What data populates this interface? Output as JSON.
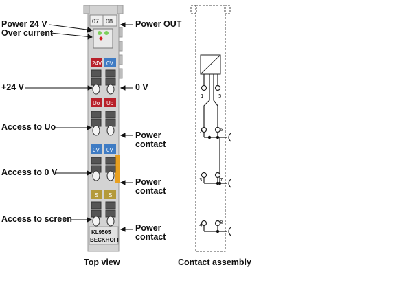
{
  "labels": {
    "power_24v": "Power 24 V",
    "over_current": "Over current",
    "power_out": "Power OUT",
    "plus_24v": "+24 V",
    "zero_v": "0 V",
    "access_uo": "Access to Uo",
    "power_contact_1a": "Power",
    "power_contact_1b": "contact",
    "access_0v": "Access to 0 V",
    "power_contact_2a": "Power",
    "power_contact_2b": "contact",
    "access_screen": "Access to screen",
    "power_contact_3a": "Power",
    "power_contact_3b": "contact"
  },
  "module": {
    "led_left": "07",
    "led_right": "08",
    "tag_24v": "24V",
    "tag_0v_a": "0V",
    "tag_uo_1": "Uo",
    "tag_uo_2": "Uo",
    "tag_0v_b1": "0V",
    "tag_0v_b2": "0V",
    "tag_s1": "S",
    "tag_s2": "S",
    "model": "KL9505",
    "brand": "BECKHOFF"
  },
  "contacts": {
    "n1": "1",
    "n5": "5",
    "n2": "2",
    "n6": "6",
    "n3": "3",
    "n7": "7",
    "n4": "4",
    "n8": "8"
  },
  "captions": {
    "top_view": "Top view",
    "contact_assembly": "Contact assembly"
  },
  "colors": {
    "red": "#b8202a",
    "blue": "#3f7cc4",
    "olive": "#b49a3a",
    "orange": "#e8a020",
    "housing": "#d6d6d6"
  }
}
